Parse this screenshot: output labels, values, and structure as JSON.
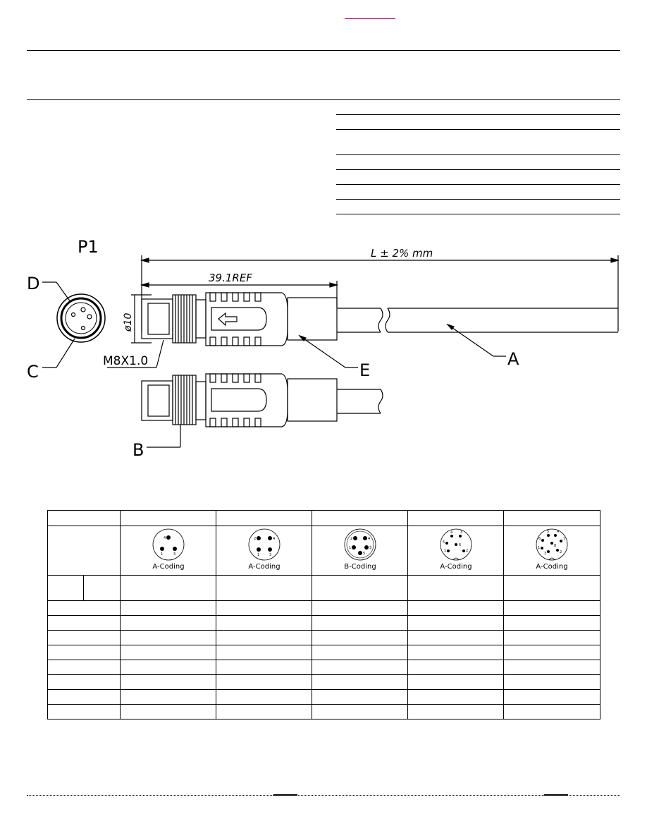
{
  "drawing": {
    "view_label": "P1",
    "length_dim": "L ± 2% mm",
    "ref_dim": "39.1REF",
    "diameter_dim": "ø10",
    "thread_dim": "M8X1.0",
    "callouts": {
      "a": "A",
      "b": "B",
      "c": "C",
      "d": "D",
      "e": "E"
    }
  },
  "pin_table": {
    "connectors": [
      {
        "coding": "A-Coding",
        "pins": [
          "1",
          "3",
          "4"
        ]
      },
      {
        "coding": "A-Coding",
        "pins": [
          "1",
          "2",
          "3",
          "4"
        ]
      },
      {
        "coding": "B-Coding",
        "pins": [
          "1",
          "2",
          "3",
          "4",
          "5"
        ]
      },
      {
        "coding": "A-Coding",
        "pins": [
          "1",
          "2",
          "3",
          "4",
          "5",
          "6"
        ]
      },
      {
        "coding": "A-Coding",
        "pins": [
          "1",
          "2",
          "3",
          "4",
          "5",
          "6",
          "7",
          "8"
        ]
      }
    ]
  },
  "colors": {
    "line": "#000000",
    "link_underline": "#c8007a"
  }
}
